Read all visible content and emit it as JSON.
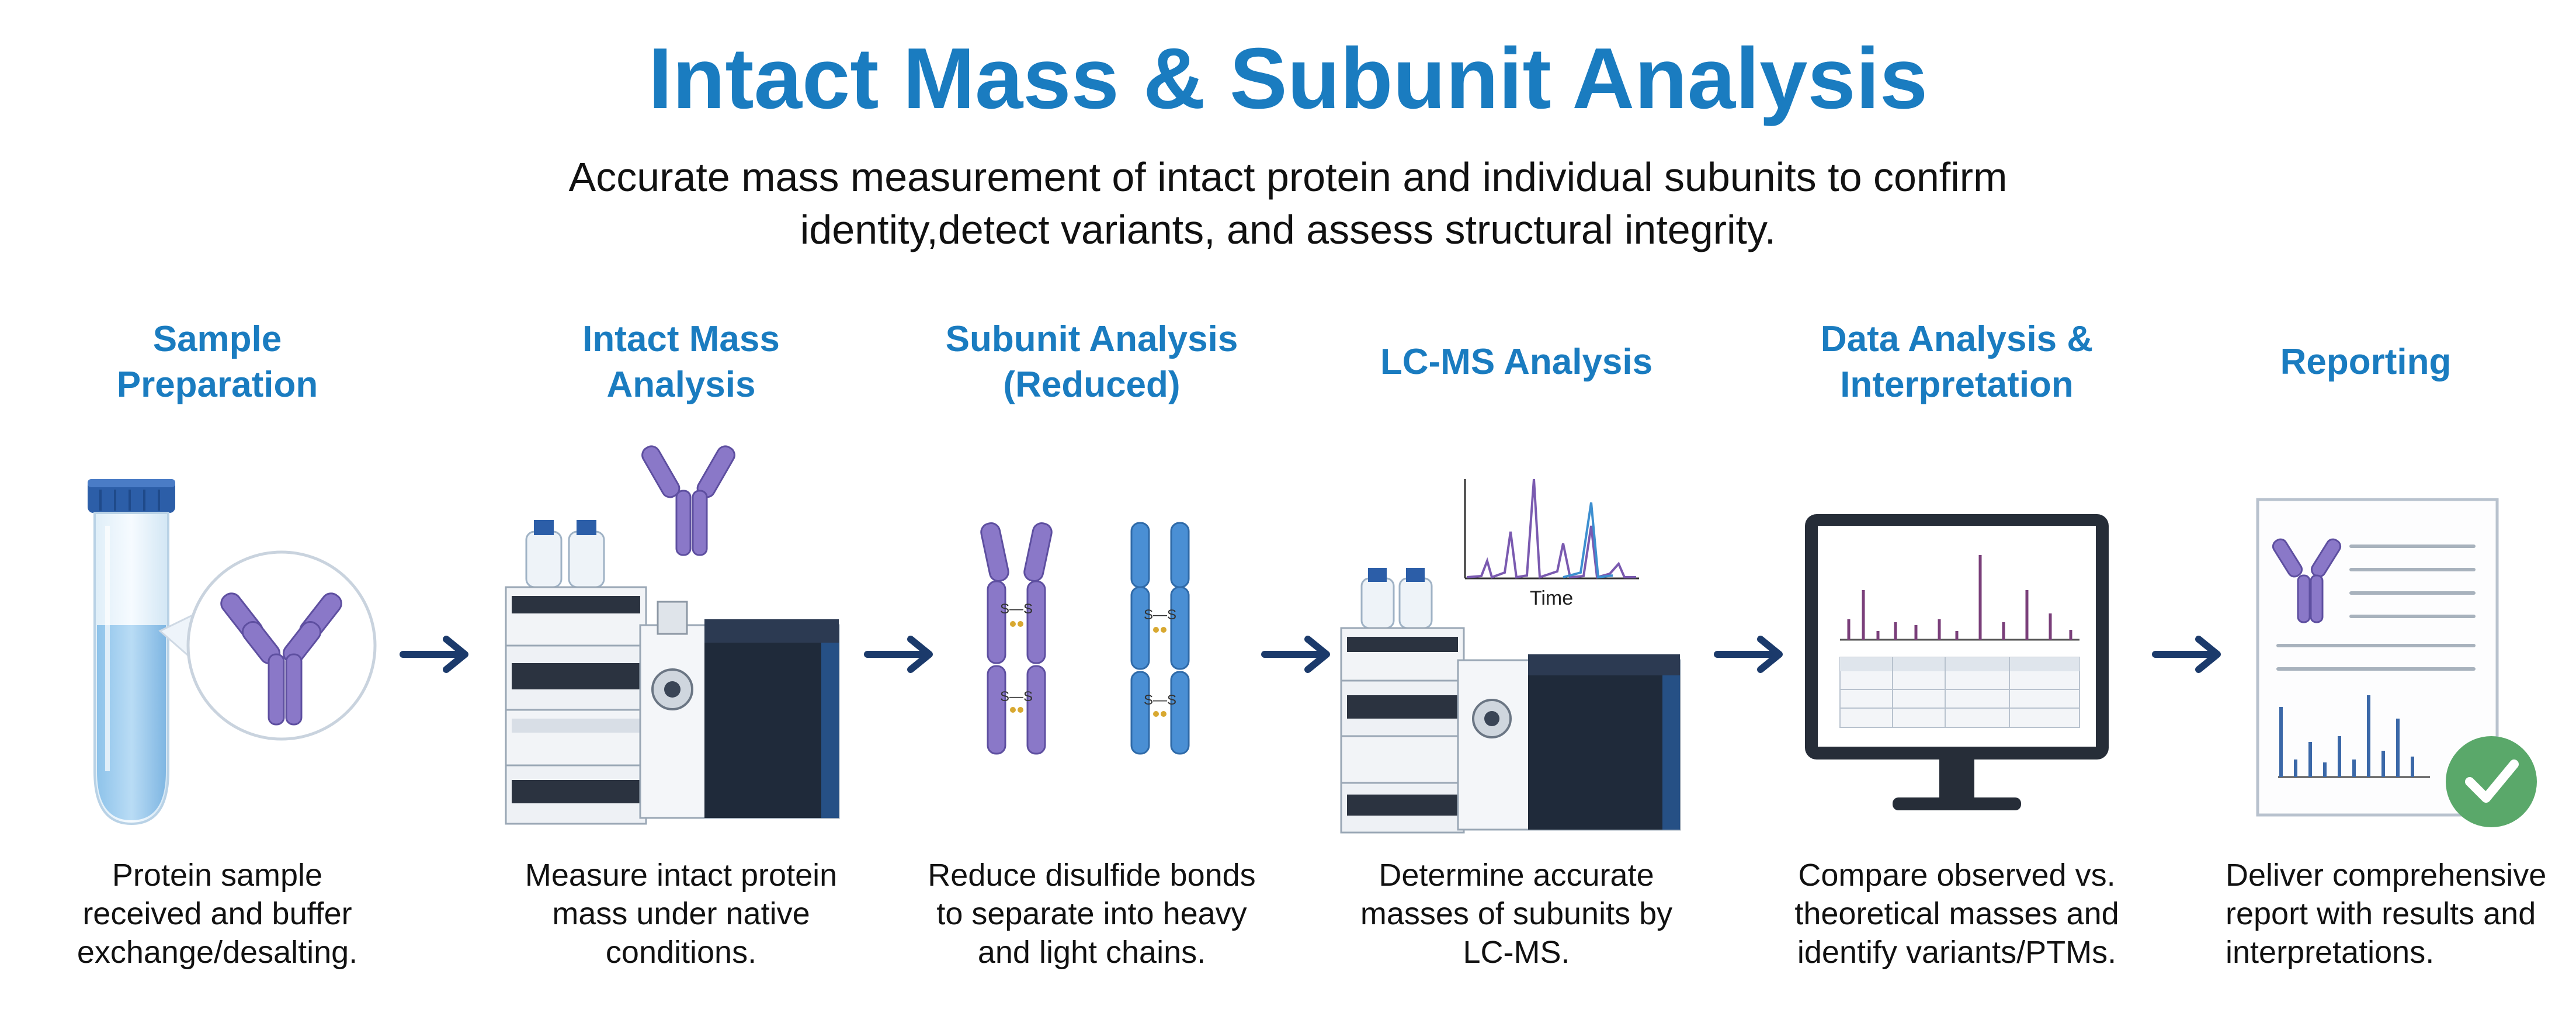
{
  "title": "Intact Mass & Subunit Analysis",
  "subtitle": {
    "line1": "Accurate mass measurement of intact protein and individual subunits to confirm",
    "line2": "identity,detect variants, and assess structural integrity."
  },
  "steps": [
    {
      "title": "Sample\nPreparation",
      "description": "Protein sample\nreceived and buffer\nexchange/desalting."
    },
    {
      "title": "Intact Mass\nAnalysis",
      "description": "Measure intact protein\nmass under native\nconditions."
    },
    {
      "title": "Subunit Analysis\n(Reduced)",
      "description": "Reduce disulfide bonds\nto separate into heavy\nand light chains."
    },
    {
      "title": "LC-MS Analysis",
      "description": "Determine accurate\nmasses of subunits by\nLC-MS."
    },
    {
      "title": "Data Analysis &\nInterpretation",
      "description": "Compare observed vs.\ntheoretical masses and\nidentify variants/PTMs."
    },
    {
      "title": "Reporting",
      "description": "Deliver comprehensive\nreport with results and\ninterpretations."
    }
  ],
  "disulfide_label": "S—S",
  "chromatogram_axis_label": "Time",
  "colors": {
    "title_blue": "#1a7cc0",
    "arrow_navy": "#1b3a6b",
    "antibody_purple": "#8a78c8",
    "antibody_blue": "#4a8fd4",
    "check_green": "#5aa86a"
  }
}
